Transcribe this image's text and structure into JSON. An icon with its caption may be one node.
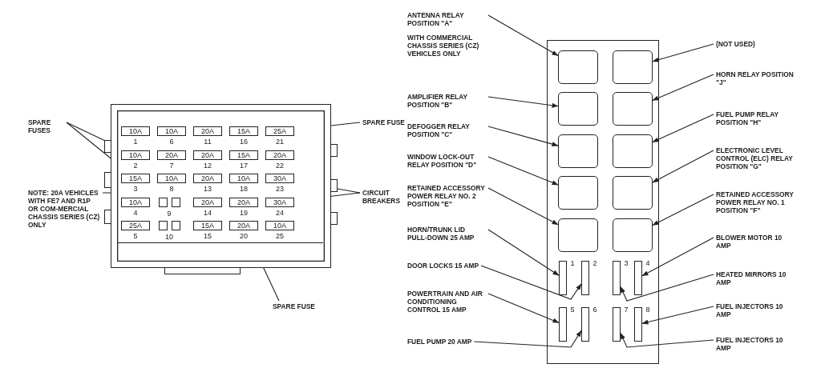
{
  "diagram": {
    "nodes": [
      {
        "text": [],
        "shape": "box"
      },
      {
        "text": [
          "10A"
        ],
        "in": 0,
        "beside": [
          "1"
        ]
      },
      {
        "text": [
          "10A"
        ],
        "in": 0,
        "beside": [
          "6"
        ]
      },
      {
        "text": [
          "20A"
        ],
        "in": 0,
        "beside": [
          "11"
        ]
      },
      {
        "text": [
          "15A"
        ],
        "in": 0,
        "beside": [
          "16"
        ]
      },
      {
        "text": [
          "25A"
        ],
        "in": 0,
        "beside": [
          "21"
        ]
      },
      {
        "text": [
          "10A"
        ],
        "in": 0,
        "beside": [
          "2"
        ]
      },
      {
        "text": [
          "20A"
        ],
        "in": 0,
        "beside": [
          "7"
        ]
      },
      {
        "text": [
          "20A"
        ],
        "in": 0,
        "beside": [
          "12"
        ]
      },
      {
        "text": [
          "15A"
        ],
        "in": 0,
        "beside": [
          "17"
        ]
      },
      {
        "text": [
          "20A"
        ],
        "in": 0,
        "beside": [
          "22"
        ]
      },
      {
        "text": [
          "15A"
        ],
        "in": 0,
        "beside": [
          "3"
        ]
      },
      {
        "text": [
          "10A"
        ],
        "in": 0,
        "beside": [
          "8"
        ]
      },
      {
        "text": [
          "20A"
        ],
        "in": 0,
        "beside": [
          "13"
        ]
      },
      {
        "text": [
          "10A"
        ],
        "in": 0,
        "beside": [
          "18"
        ]
      },
      {
        "text": [
          "30A"
        ],
        "in": 0,
        "beside": [
          "23"
        ]
      },
      {
        "text": [
          "10A"
        ],
        "in": 0,
        "beside": [
          "4"
        ]
      },
      {
        "text": [],
        "shape": "box",
        "in": 0
      },
      {
        "text": [],
        "shape": "box",
        "in": 0
      },
      {
        "text": [
          "20A"
        ],
        "in": 0,
        "beside": [
          "14"
        ]
      },
      {
        "text": [
          "20A"
        ],
        "in": 0,
        "beside": [
          "19"
        ]
      },
      {
        "text": [
          "30A"
        ],
        "in": 0,
        "beside": [
          "24"
        ]
      },
      {
        "text": [
          "25A"
        ],
        "in": 0,
        "beside": [
          "5"
        ]
      },
      {
        "text": [],
        "shape": "box",
        "in": 0
      },
      {
        "text": [],
        "shape": "box",
        "in": 0
      },
      {
        "text": [
          "15A"
        ],
        "in": 0,
        "beside": [
          "15"
        ]
      },
      {
        "text": [
          "20A"
        ],
        "in": 0,
        "beside": [
          "20"
        ]
      },
      {
        "text": [
          "10A"
        ],
        "in": 0,
        "beside": [
          "25"
        ]
      },
      {
        "text": [
          "SPARE FUSES"
        ]
      },
      {
        "text": [
          "NOTE: 20A VEHICLES WITH FE7 AND R1P OR COM-MERCIAL CHASSIS SERIES (CZ) ONLY"
        ]
      },
      {
        "text": [
          "SPARE FUSE"
        ]
      },
      {
        "text": [
          "CIRCUIT BREAKERS"
        ]
      },
      {
        "text": [
          "SPARE FUSE"
        ]
      },
      {
        "text": [],
        "shape": "box"
      },
      {
        "text": [],
        "shape": "box",
        "in": 33
      },
      {
        "text": [],
        "shape": "box",
        "in": 33
      },
      {
        "text": [],
        "shape": "box",
        "in": 33
      },
      {
        "text": [],
        "shape": "box",
        "in": 33
      },
      {
        "text": [],
        "shape": "box",
        "in": 33
      },
      {
        "text": [],
        "shape": "box",
        "in": 33
      },
      {
        "text": [],
        "shape": "box",
        "in": 33
      },
      {
        "text": [],
        "shape": "box",
        "in": 33
      },
      {
        "text": [],
        "shape": "box",
        "in": 33
      },
      {
        "text": [],
        "shape": "box",
        "in": 33
      },
      {
        "text": [],
        "shape": "box",
        "in": 33,
        "beside": [
          "1"
        ]
      },
      {
        "text": [],
        "shape": "box",
        "in": 33,
        "beside": [
          "2"
        ]
      },
      {
        "text": [],
        "shape": "box",
        "in": 33,
        "beside": [
          "3"
        ]
      },
      {
        "text": [],
        "shape": "box",
        "in": 33,
        "beside": [
          "4"
        ]
      },
      {
        "text": [],
        "shape": "box",
        "in": 33,
        "beside": [
          "5"
        ]
      },
      {
        "text": [],
        "shape": "box",
        "in": 33,
        "beside": [
          "6"
        ]
      },
      {
        "text": [],
        "shape": "box",
        "in": 33,
        "beside": [
          "7"
        ]
      },
      {
        "text": [],
        "shape": "box",
        "in": 33,
        "beside": [
          "8"
        ]
      },
      {
        "text": [
          "ANTENNA RELAY POSITION \"A\"",
          "WITH COMMERCIAL CHASSIS SERIES (CZ) VEHICLES ONLY"
        ]
      },
      {
        "text": [
          "AMPLIFIER RELAY POSITION \"B\""
        ]
      },
      {
        "text": [
          "DEFOGGER RELAY POSITION \"C\""
        ]
      },
      {
        "text": [
          "WINDOW LOCK-OUT RELAY POSITION \"D\""
        ]
      },
      {
        "text": [
          "RETAINED ACCESSORY POWER RELAY NO. 2 POSITION \"E\""
        ]
      },
      {
        "text": [
          "HORN/TRUNK LID PULL-DOWN 25 AMP"
        ]
      },
      {
        "text": [
          "DOOR LOCKS 15 AMP"
        ]
      },
      {
        "text": [
          "POWERTRAIN AND AIR CONDITIONING CONTROL 15 AMP"
        ]
      },
      {
        "text": [
          "FUEL PUMP 20 AMP"
        ]
      },
      {
        "text": [
          "(NOT USED)"
        ]
      },
      {
        "text": [
          "HORN RELAY POSITION \"J\""
        ]
      },
      {
        "text": [
          "FUEL PUMP RELAY POSITION \"H\""
        ]
      },
      {
        "text": [
          "ELECTRONIC LEVEL CONTROL (ELC) RELAY POSITION \"G\""
        ]
      },
      {
        "text": [
          "RETAINED ACCESSORY POWER RELAY NO. 1 POSITION \"F\""
        ]
      },
      {
        "text": [
          "BLOWER MOTOR 10 AMP"
        ]
      },
      {
        "text": [
          "HEATED MIRRORS 10 AMP"
        ]
      },
      {
        "text": [
          "FUEL INJECTORS 10 AMP"
        ]
      },
      {
        "text": [
          "FUEL INJECTORS 10 AMP"
        ]
      }
    ],
    "edges": [
      {
        "from": 28,
        "to": 6,
        "arrow": "to"
      },
      {
        "from": 28,
        "to": 11,
        "arrow": "to"
      },
      {
        "from": 29,
        "to": 12,
        "arrow": "to"
      },
      {
        "from": 30,
        "to": 5,
        "arrow": "to"
      },
      {
        "from": 31,
        "to": 15,
        "arrow": "to"
      },
      {
        "from": 31,
        "to": 21,
        "arrow": "to"
      },
      {
        "from": 32,
        "to": 26,
        "arrow": "to"
      },
      {
        "from": 52,
        "to": 34,
        "arrow": "to"
      },
      {
        "from": 53,
        "to": 36,
        "arrow": "to"
      },
      {
        "from": 54,
        "to": 38,
        "arrow": "to"
      },
      {
        "from": 55,
        "to": 40,
        "arrow": "to"
      },
      {
        "from": 56,
        "to": 42,
        "arrow": "to"
      },
      {
        "from": 57,
        "to": 44,
        "arrow": "to"
      },
      {
        "from": 58,
        "to": 45,
        "arrow": "to"
      },
      {
        "from": 59,
        "to": 48,
        "arrow": "to"
      },
      {
        "from": 60,
        "to": 49,
        "arrow": "to"
      },
      {
        "from": 61,
        "to": 35,
        "arrow": "to"
      },
      {
        "from": 62,
        "to": 37,
        "arrow": "to"
      },
      {
        "from": 63,
        "to": 39,
        "arrow": "to"
      },
      {
        "from": 64,
        "to": 41,
        "arrow": "to"
      },
      {
        "from": 65,
        "to": 43,
        "arrow": "to"
      },
      {
        "from": 66,
        "to": 47,
        "arrow": "to"
      },
      {
        "from": 67,
        "to": 46,
        "arrow": "to"
      },
      {
        "from": 68,
        "to": 51,
        "arrow": "to"
      },
      {
        "from": 69,
        "to": 50,
        "arrow": "to"
      }
    ],
    "labels": [
      "9",
      "10"
    ]
  }
}
